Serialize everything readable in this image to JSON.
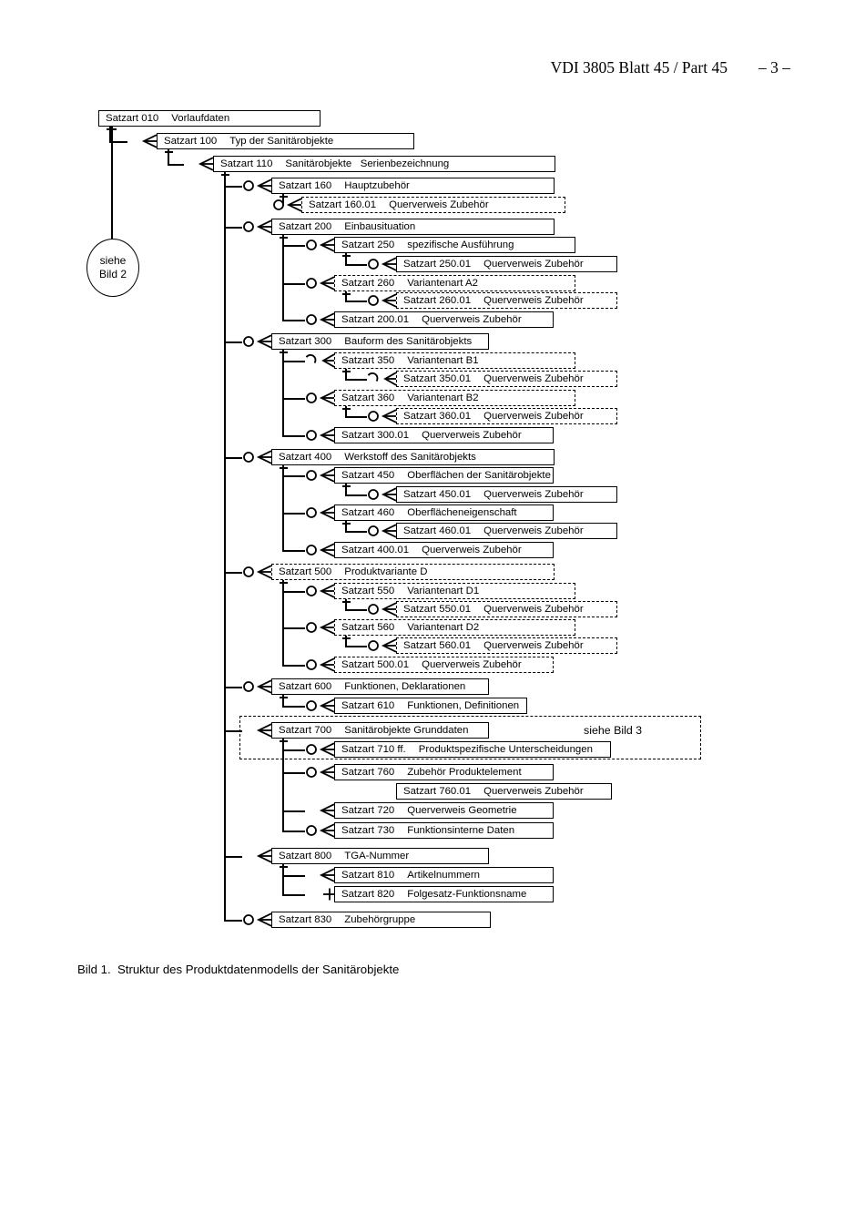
{
  "header": {
    "standard": "VDI 3805 Blatt 45 / Part 45",
    "page": "– 3 –"
  },
  "caption": "Bild 1.  Struktur des Produktdatenmodells der Sanitärobjekte",
  "annotations": {
    "ellipse_line1": "siehe",
    "ellipse_line2": "Bild 2",
    "frame_bild3": "siehe Bild 3"
  },
  "nodes": [
    {
      "id": "n010",
      "code": "Satzart 010",
      "label": "Vorlaufdaten",
      "style": "solid",
      "connector": "none",
      "level": 0
    },
    {
      "id": "n100",
      "code": "Satzart 100",
      "label": "Typ der Sanitärobjekte",
      "style": "solid",
      "connector": "foot",
      "level": 1
    },
    {
      "id": "n110",
      "code": "Satzart 110",
      "label": "Sanitärobjekte   Serienbezeichnung",
      "style": "solid",
      "connector": "foot",
      "level": 2
    },
    {
      "id": "n160",
      "code": "Satzart 160",
      "label": "Hauptzubehör",
      "style": "solid",
      "connector": "circlefoot",
      "level": 3
    },
    {
      "id": "n16001",
      "code": "Satzart 160.01",
      "label": "Querverweis Zubehör",
      "style": "dashed",
      "connector": "circlefoot",
      "level": 4
    },
    {
      "id": "n200",
      "code": "Satzart 200",
      "label": "Einbausituation",
      "style": "solid",
      "connector": "circlefoot",
      "level": 3
    },
    {
      "id": "n250",
      "code": "Satzart 250",
      "label": "spezifische Ausführung",
      "style": "solid",
      "connector": "circlefoot",
      "level": 4
    },
    {
      "id": "n25001",
      "code": "Satzart 250.01",
      "label": "Querverweis Zubehör",
      "style": "solid",
      "connector": "circlefoot",
      "level": 5
    },
    {
      "id": "n260",
      "code": "Satzart 260",
      "label": "Variantenart A2",
      "style": "dashed",
      "connector": "circlefoot",
      "level": 4
    },
    {
      "id": "n26001",
      "code": "Satzart 260.01",
      "label": "Querverweis Zubehör",
      "style": "dashed",
      "connector": "circlefoot",
      "level": 5
    },
    {
      "id": "n20001",
      "code": "Satzart 200.01",
      "label": "Querverweis Zubehör",
      "style": "solid",
      "connector": "circlefoot",
      "level": 4
    },
    {
      "id": "n300",
      "code": "Satzart 300",
      "label": "Bauform des Sanitärobjekts",
      "style": "solid",
      "connector": "circlefoot",
      "level": 3
    },
    {
      "id": "n350",
      "code": "Satzart 350",
      "label": "Variantenart B1",
      "style": "dashed",
      "connector": "hookfoot",
      "level": 4
    },
    {
      "id": "n35001",
      "code": "Satzart 350.01",
      "label": "Querverweis Zubehör",
      "style": "dashed",
      "connector": "hookfoot",
      "level": 5
    },
    {
      "id": "n360",
      "code": "Satzart 360",
      "label": "Variantenart B2",
      "style": "dashed",
      "connector": "circlefoot",
      "level": 4
    },
    {
      "id": "n36001",
      "code": "Satzart 360.01",
      "label": "Querverweis Zubehör",
      "style": "dashed",
      "connector": "circlefoot",
      "level": 5
    },
    {
      "id": "n30001",
      "code": "Satzart 300.01",
      "label": "Querverweis Zubehör",
      "style": "solid",
      "connector": "circlefoot",
      "level": 4
    },
    {
      "id": "n400",
      "code": "Satzart 400",
      "label": "Werkstoff des Sanitärobjekts",
      "style": "solid",
      "connector": "circlefoot",
      "level": 3
    },
    {
      "id": "n450",
      "code": "Satzart 450",
      "label": "Oberflächen der Sanitärobjekte",
      "style": "solid",
      "connector": "circlefoot",
      "level": 4
    },
    {
      "id": "n45001",
      "code": "Satzart 450.01",
      "label": "Querverweis Zubehör",
      "style": "solid",
      "connector": "circlefoot",
      "level": 5
    },
    {
      "id": "n460",
      "code": "Satzart 460",
      "label": "Oberflächeneigenschaft",
      "style": "solid",
      "connector": "circlefoot",
      "level": 4
    },
    {
      "id": "n46001",
      "code": "Satzart 460.01",
      "label": "Querverweis Zubehör",
      "style": "solid",
      "connector": "circlefoot",
      "level": 5
    },
    {
      "id": "n40001",
      "code": "Satzart 400.01",
      "label": "Querverweis Zubehör",
      "style": "solid",
      "connector": "circlefoot",
      "level": 4
    },
    {
      "id": "n500",
      "code": "Satzart 500",
      "label": "Produktvariante D",
      "style": "dashed",
      "connector": "circlefoot",
      "level": 3
    },
    {
      "id": "n550",
      "code": "Satzart 550",
      "label": "Variantenart D1",
      "style": "dashed",
      "connector": "circlefoot",
      "level": 4
    },
    {
      "id": "n55001",
      "code": "Satzart 550.01",
      "label": "Querverweis Zubehör",
      "style": "dashed",
      "connector": "circlefoot",
      "level": 5
    },
    {
      "id": "n560",
      "code": "Satzart 560",
      "label": "Variantenart D2",
      "style": "dashed",
      "connector": "circlefoot",
      "level": 4
    },
    {
      "id": "n56001",
      "code": "Satzart 560.01",
      "label": "Querverweis Zubehör",
      "style": "dashed",
      "connector": "circlefoot",
      "level": 5
    },
    {
      "id": "n50001",
      "code": "Satzart 500.01",
      "label": "Querverweis Zubehör",
      "style": "dashed",
      "connector": "circlefoot",
      "level": 4
    },
    {
      "id": "n600",
      "code": "Satzart 600",
      "label": "Funktionen, Deklarationen",
      "style": "solid",
      "connector": "circlefoot",
      "level": 3
    },
    {
      "id": "n610",
      "code": "Satzart 610",
      "label": "Funktionen, Definitionen",
      "style": "solid",
      "connector": "circlefoot",
      "level": 4
    },
    {
      "id": "n700",
      "code": "Satzart 700",
      "label": "Sanitärobjekte Grunddaten",
      "style": "solid",
      "connector": "foot",
      "level": 3
    },
    {
      "id": "n710",
      "code": "Satzart 710 ff.",
      "label": "Produktspezifische Unterscheidungen",
      "style": "solid",
      "connector": "circlefoot",
      "level": 4
    },
    {
      "id": "n760",
      "code": "Satzart 760",
      "label": "Zubehör Produktelement",
      "style": "solid",
      "connector": "circlefoot",
      "level": 4
    },
    {
      "id": "n76001",
      "code": "Satzart 760.01",
      "label": "Querverweis Zubehör",
      "style": "solid",
      "connector": "circlefoot",
      "level": 5
    },
    {
      "id": "n720",
      "code": "Satzart 720",
      "label": "Querverweis Geometrie",
      "style": "solid",
      "connector": "foot",
      "level": 4
    },
    {
      "id": "n730",
      "code": "Satzart 730",
      "label": "Funktionsinterne Daten",
      "style": "solid",
      "connector": "circlefoot",
      "level": 4
    },
    {
      "id": "n800",
      "code": "Satzart 800",
      "label": "TGA-Nummer",
      "style": "solid",
      "connector": "foot",
      "level": 3
    },
    {
      "id": "n810",
      "code": "Satzart 810",
      "label": "Artikelnummern",
      "style": "solid",
      "connector": "foot",
      "level": 4
    },
    {
      "id": "n820",
      "code": "Satzart 820",
      "label": "Folgesatz-Funktionsname",
      "style": "solid",
      "connector": "cross",
      "level": 4
    },
    {
      "id": "n830",
      "code": "Satzart 830",
      "label": "Zubehörgruppe",
      "style": "solid",
      "connector": "circlefoot",
      "level": 3
    }
  ]
}
